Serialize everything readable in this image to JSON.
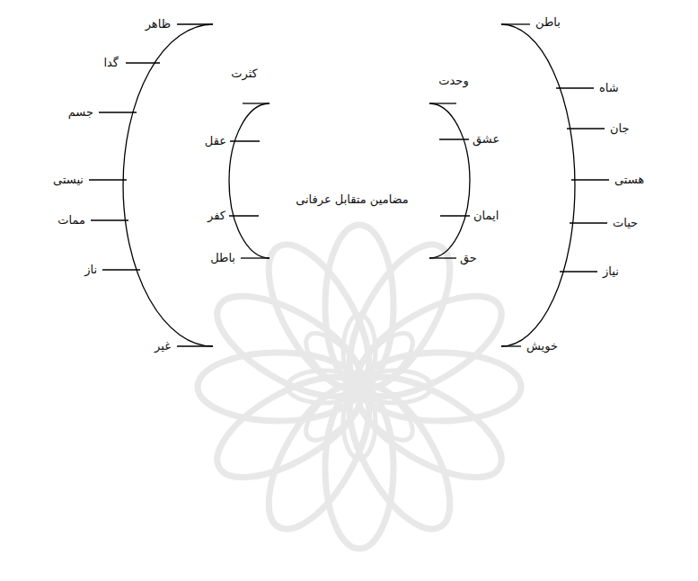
{
  "diagram": {
    "title": "مضامین متقابل عرفانی",
    "labels": [
      "ظاهر",
      "گدا",
      "جسم",
      "نیستی",
      "ممات",
      "ناز",
      "غیر",
      "کثرت",
      "عقل",
      "کفر",
      "باطل",
      "وحدت",
      "عشق",
      "ایمان",
      "حق",
      "باطن",
      "شاه",
      "جان",
      "هستی",
      "حیات",
      "نیاز",
      "خویش"
    ]
  }
}
